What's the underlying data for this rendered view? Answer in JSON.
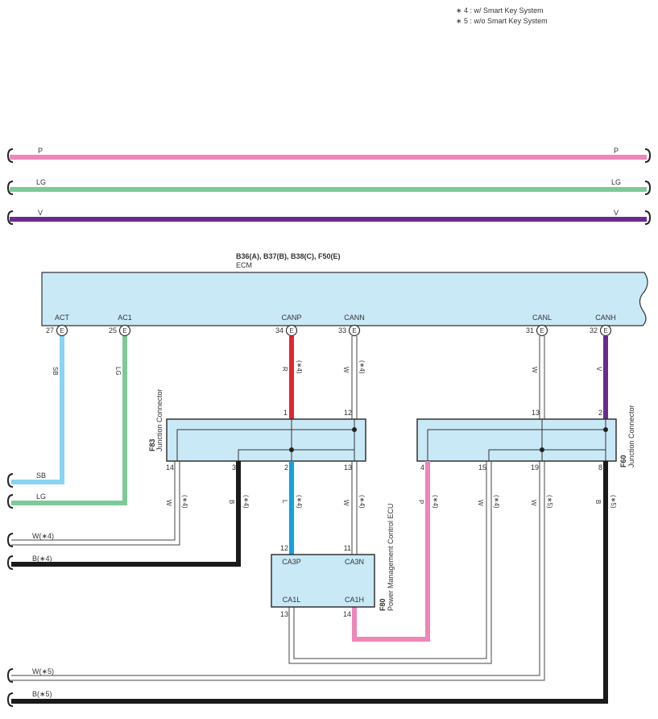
{
  "notes": {
    "n4": "∗ 4 : w/ Smart Key System",
    "n5": "∗ 5 : w/o Smart Key System"
  },
  "colors": {
    "pink": "#ee86b8",
    "light_green": "#7dca98",
    "violet": "#6a2a90",
    "sky_blue": "#88d4f2",
    "red": "#e3262c",
    "blue": "#11a3df",
    "black": "#1a1a1a",
    "box_fill": "#c9e9f7"
  },
  "bus_lines": {
    "p": {
      "left": "P",
      "right": "P"
    },
    "lg": {
      "left": "LG",
      "right": "LG"
    },
    "v": {
      "left": "V",
      "right": "V"
    }
  },
  "ecm": {
    "connectors": "B36(A), B37(B), B38(C), F50(E)",
    "name": "ECM",
    "pins": [
      {
        "name": "ACT",
        "num": "27",
        "conn": "E"
      },
      {
        "name": "AC1",
        "num": "25",
        "conn": "E"
      },
      {
        "name": "CANP",
        "num": "34",
        "conn": "E"
      },
      {
        "name": "CANN",
        "num": "33",
        "conn": "E"
      },
      {
        "name": "CANL",
        "num": "31",
        "conn": "E"
      },
      {
        "name": "CANH",
        "num": "32",
        "conn": "E"
      }
    ]
  },
  "ecm_wires": {
    "act": {
      "color": "SB"
    },
    "ac1": {
      "color": "LG"
    },
    "canp": {
      "color": "R",
      "note": "(∗4)"
    },
    "cann": {
      "color": "W",
      "note": "(∗4)"
    },
    "canl": {
      "color": "W"
    },
    "canh": {
      "color": "V"
    }
  },
  "f83": {
    "code": "F83",
    "name": "Junction Connector",
    "pins": {
      "top1": "1",
      "top12": "12",
      "b14": "14",
      "b3": "3",
      "b2": "2",
      "b13": "13"
    }
  },
  "f60": {
    "code": "F60",
    "name": "Junction Connector",
    "pins": {
      "top13": "13",
      "top2": "2",
      "b4": "4",
      "b15": "15",
      "b19": "19",
      "b8": "8"
    }
  },
  "mid_wires": {
    "f83_14": {
      "color": "W",
      "note": "(∗4)"
    },
    "f83_3": {
      "color": "B",
      "note": "(∗4)"
    },
    "f83_2": {
      "color": "L",
      "note": "(∗4)"
    },
    "f83_13": {
      "color": "W",
      "note": "(∗4)"
    },
    "f60_4": {
      "color": "P",
      "note": "(∗4)"
    },
    "f60_15": {
      "color": "W",
      "note": "(∗4)"
    },
    "f60_19": {
      "color": "W",
      "note": "(∗5)"
    },
    "f60_8": {
      "color": "B",
      "note": "(∗5)"
    }
  },
  "f80": {
    "code": "F80",
    "name": "Power Management Control ECU",
    "pins": [
      {
        "name": "CA3P",
        "num": "12"
      },
      {
        "name": "CA3N",
        "num": "11"
      },
      {
        "name": "CA1L",
        "num": "13"
      },
      {
        "name": "CA1H",
        "num": "14"
      }
    ]
  },
  "left_labels": {
    "sb": "SB",
    "lg": "LG",
    "w4": "W(∗4)",
    "b4": "B(∗4)",
    "w5": "W(∗5)",
    "b5": "B(∗5)"
  }
}
